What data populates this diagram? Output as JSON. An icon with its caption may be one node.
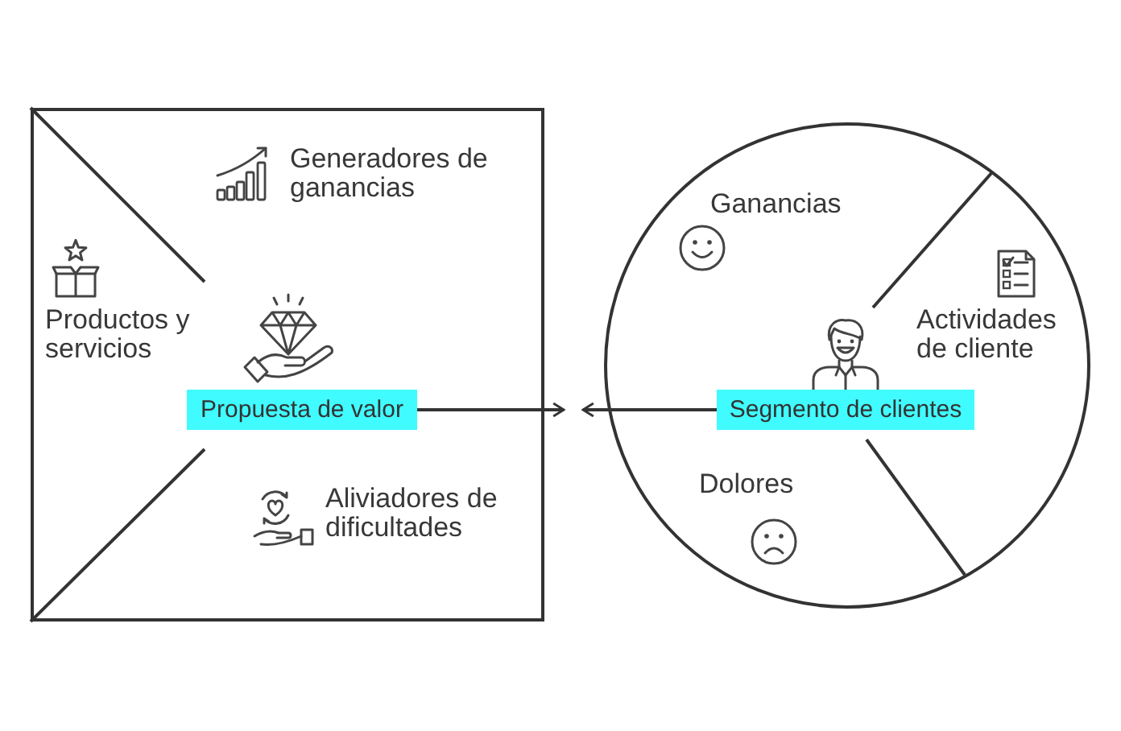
{
  "diagram": {
    "nodes": [
      {
        "text": [
          "Generadores de ganancias",
          "Productos y servicios",
          "Aliviadores de dificultades"
        ]
      },
      {
        "text": [
          "Propuesta de valor"
        ],
        "in": 0
      },
      {
        "text": [
          "Ganancias",
          "Actividades de cliente",
          "Dolores"
        ]
      },
      {
        "text": [
          "Segmento de clientes"
        ],
        "in": 2
      }
    ],
    "edges": [
      {
        "from": 1,
        "to": null,
        "arrow": "to"
      },
      {
        "from": 3,
        "to": null,
        "arrow": "to"
      }
    ]
  }
}
